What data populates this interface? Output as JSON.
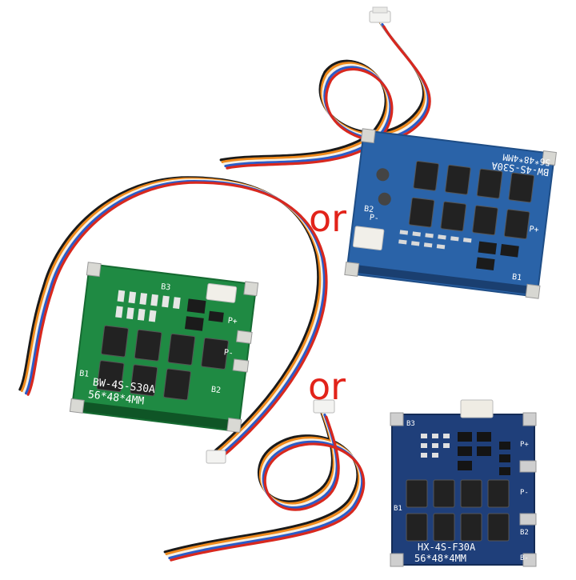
{
  "separators": [
    {
      "text": "or",
      "color": "#e2231a"
    },
    {
      "text": "or",
      "color": "#e2231a"
    }
  ],
  "boards": [
    {
      "pcb_color": "#1f8a43",
      "silkscreen": [
        "BW-4S-S30A",
        "56*48*4MM",
        "B1",
        "B2",
        "B3",
        "P+",
        "P-"
      ]
    },
    {
      "pcb_color": "#2a63a8",
      "silkscreen": [
        "BW-4S-S30A",
        "56*48*4MM",
        "B1",
        "B2",
        "P+",
        "P-"
      ]
    },
    {
      "pcb_color": "#1f3f7a",
      "silkscreen": [
        "HX-4S-F30A",
        "56*48*4MM",
        "B1",
        "B2",
        "B3",
        "P+",
        "P-",
        "B-"
      ]
    }
  ],
  "cable_colors": [
    "#1a1a1a",
    "#f08a1c",
    "#f4f0e4",
    "#2a5cc9",
    "#d8281e"
  ]
}
